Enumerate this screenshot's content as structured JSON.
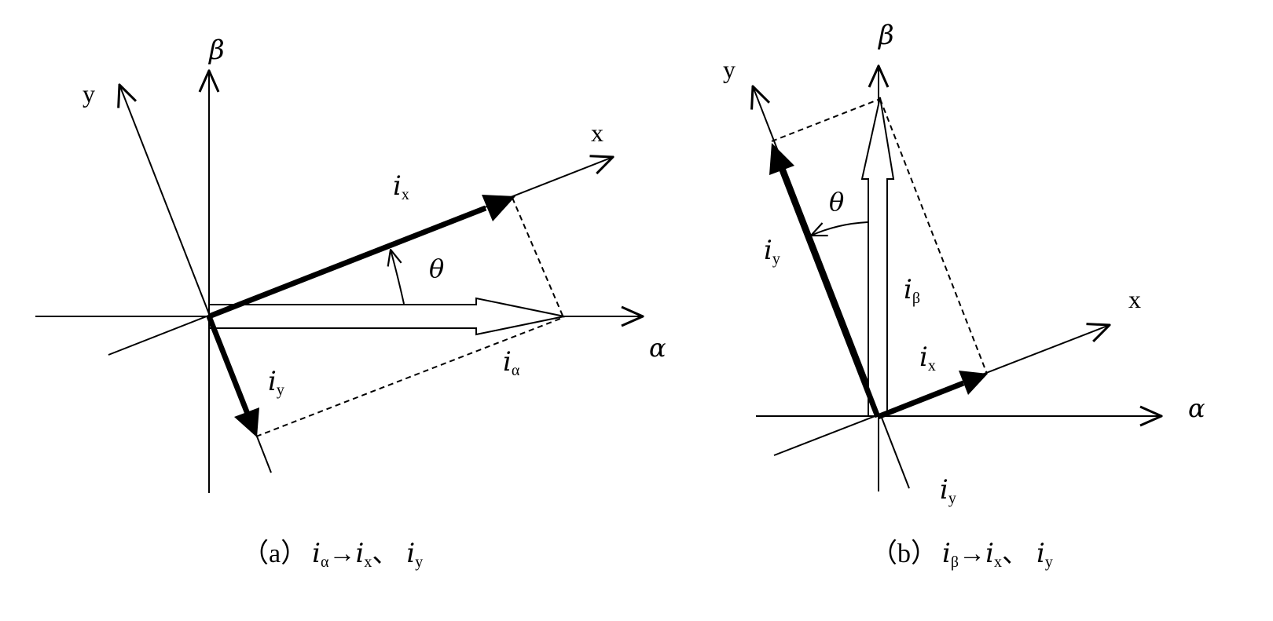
{
  "panel_a": {
    "axis_alpha": "α",
    "axis_beta": "β",
    "axis_x": "x",
    "axis_y": "y",
    "ix": {
      "main": "i",
      "sub": "x"
    },
    "iy": {
      "main": "i",
      "sub": "y"
    },
    "ialpha": {
      "main": "i",
      "sub": "α"
    },
    "theta": "θ",
    "caption": {
      "open": "（a）",
      "i1": "i",
      "s1": "α",
      "arrow": "→",
      "i2": "i",
      "s2": "x",
      "sep": "、",
      "i3": "i",
      "s3": "y"
    }
  },
  "panel_b": {
    "axis_alpha": "α",
    "axis_beta": "β",
    "axis_x": "x",
    "axis_y": "y",
    "ix": {
      "main": "i",
      "sub": "x"
    },
    "iy_upper": {
      "main": "i",
      "sub": "y"
    },
    "iy_lower": {
      "main": "i",
      "sub": "y"
    },
    "ibeta": {
      "main": "i",
      "sub": "β"
    },
    "theta": "θ",
    "caption": {
      "open": "（b）",
      "i1": "i",
      "s1": "β",
      "arrow": "→",
      "i2": "i",
      "s2": "x",
      "sep": "、",
      "i3": "i",
      "s3": "y"
    }
  }
}
